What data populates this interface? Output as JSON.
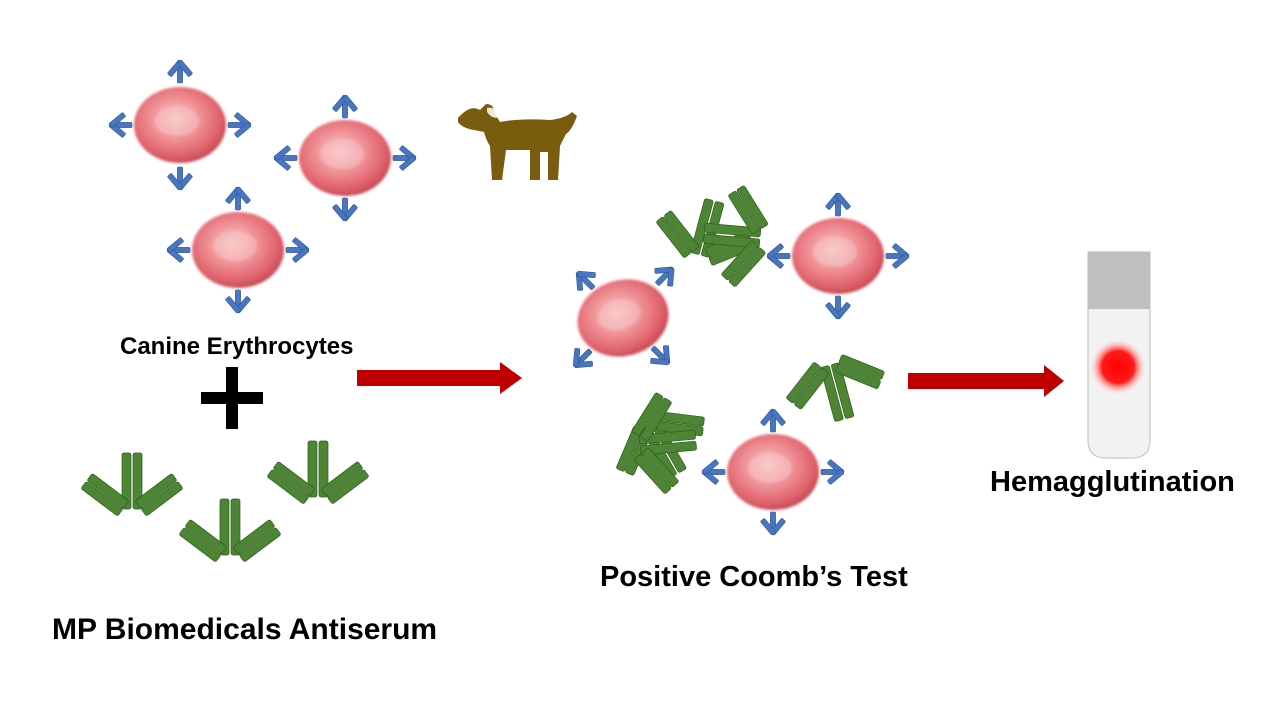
{
  "labels": {
    "canine_erythrocytes": "Canine Erythrocytes",
    "antiserum": "MP Biomedicals Antiserum",
    "coombs_test": "Positive Coomb’s Test",
    "hemagglutination": "Hemagglutination"
  },
  "icons": {
    "dog": "dog-icon",
    "plus": "plus-icon",
    "arrow": "arrow-right-icon",
    "tube": "test-tube-icon"
  },
  "colors": {
    "erythrocyte": "#e8727a",
    "canine_antibody": "#4a76c0",
    "antiserum_antibody": "#4d8535",
    "arrow": "#c00000",
    "dog": "#7a5c0e",
    "tube_cap": "#bfbfbf",
    "agglutinate": "#ff0000"
  }
}
